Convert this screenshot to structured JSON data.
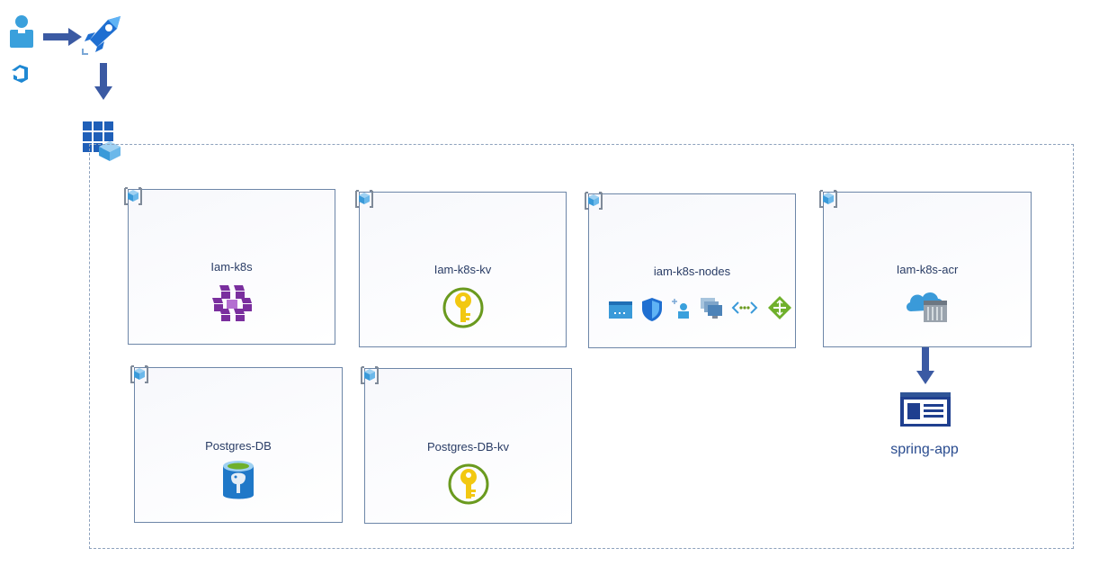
{
  "resource_groups": [
    {
      "id": "iam-k8s",
      "label": "Iam-k8s"
    },
    {
      "id": "iam-k8s-kv",
      "label": "Iam-k8s-kv"
    },
    {
      "id": "iam-k8s-nodes",
      "label": "iam-k8s-nodes"
    },
    {
      "id": "iam-k8s-acr",
      "label": "Iam-k8s-acr"
    },
    {
      "id": "postgres-db",
      "label": "Postgres-DB"
    },
    {
      "id": "postgres-db-kv",
      "label": "Postgres-DB-kv"
    }
  ],
  "app": {
    "label": "spring-app"
  },
  "icons": {
    "user": "user-icon",
    "devops": "azure-devops-icon",
    "pipeline": "rocket-pipeline-icon",
    "subscription": "subscription-icon",
    "aks": "kubernetes-service-icon",
    "key_vault": "key-vault-icon",
    "acr": "container-registry-icon",
    "postgres": "postgres-database-icon",
    "app_service": "app-service-icon"
  },
  "colors": {
    "accent": "#2f5597",
    "arrow": "#3b5aa3",
    "dashed_border": "#8ea2bd",
    "box_border": "#6d86a8",
    "key_gold": "#f2c811",
    "aks_purple": "#7a2f9e",
    "azure_blue": "#1e88d3"
  }
}
